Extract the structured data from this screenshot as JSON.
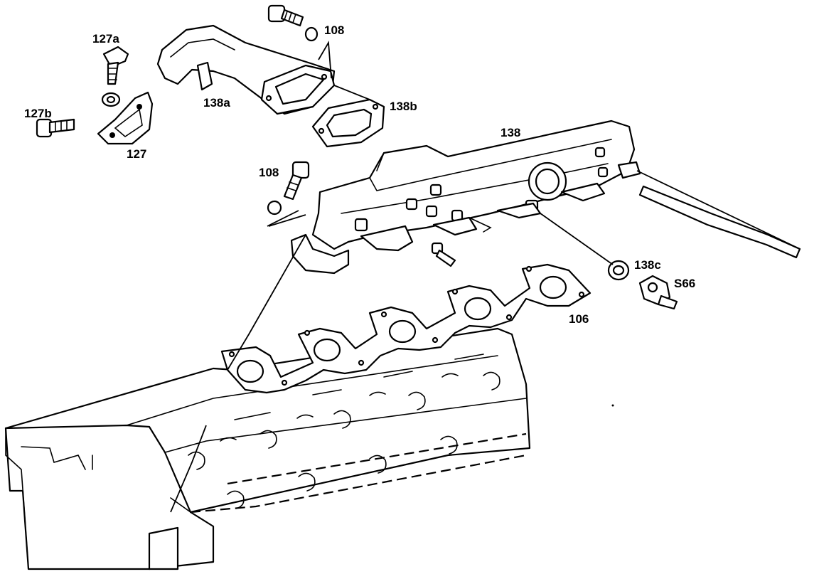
{
  "labels": {
    "l127a": "127a",
    "l127b": "127b",
    "l127": "127",
    "l108_top": "108",
    "l138a": "138a",
    "l138b": "138b",
    "l138": "138",
    "l108_mid": "108",
    "l138c": "138c",
    "l566": "S66",
    "l106": "106"
  }
}
